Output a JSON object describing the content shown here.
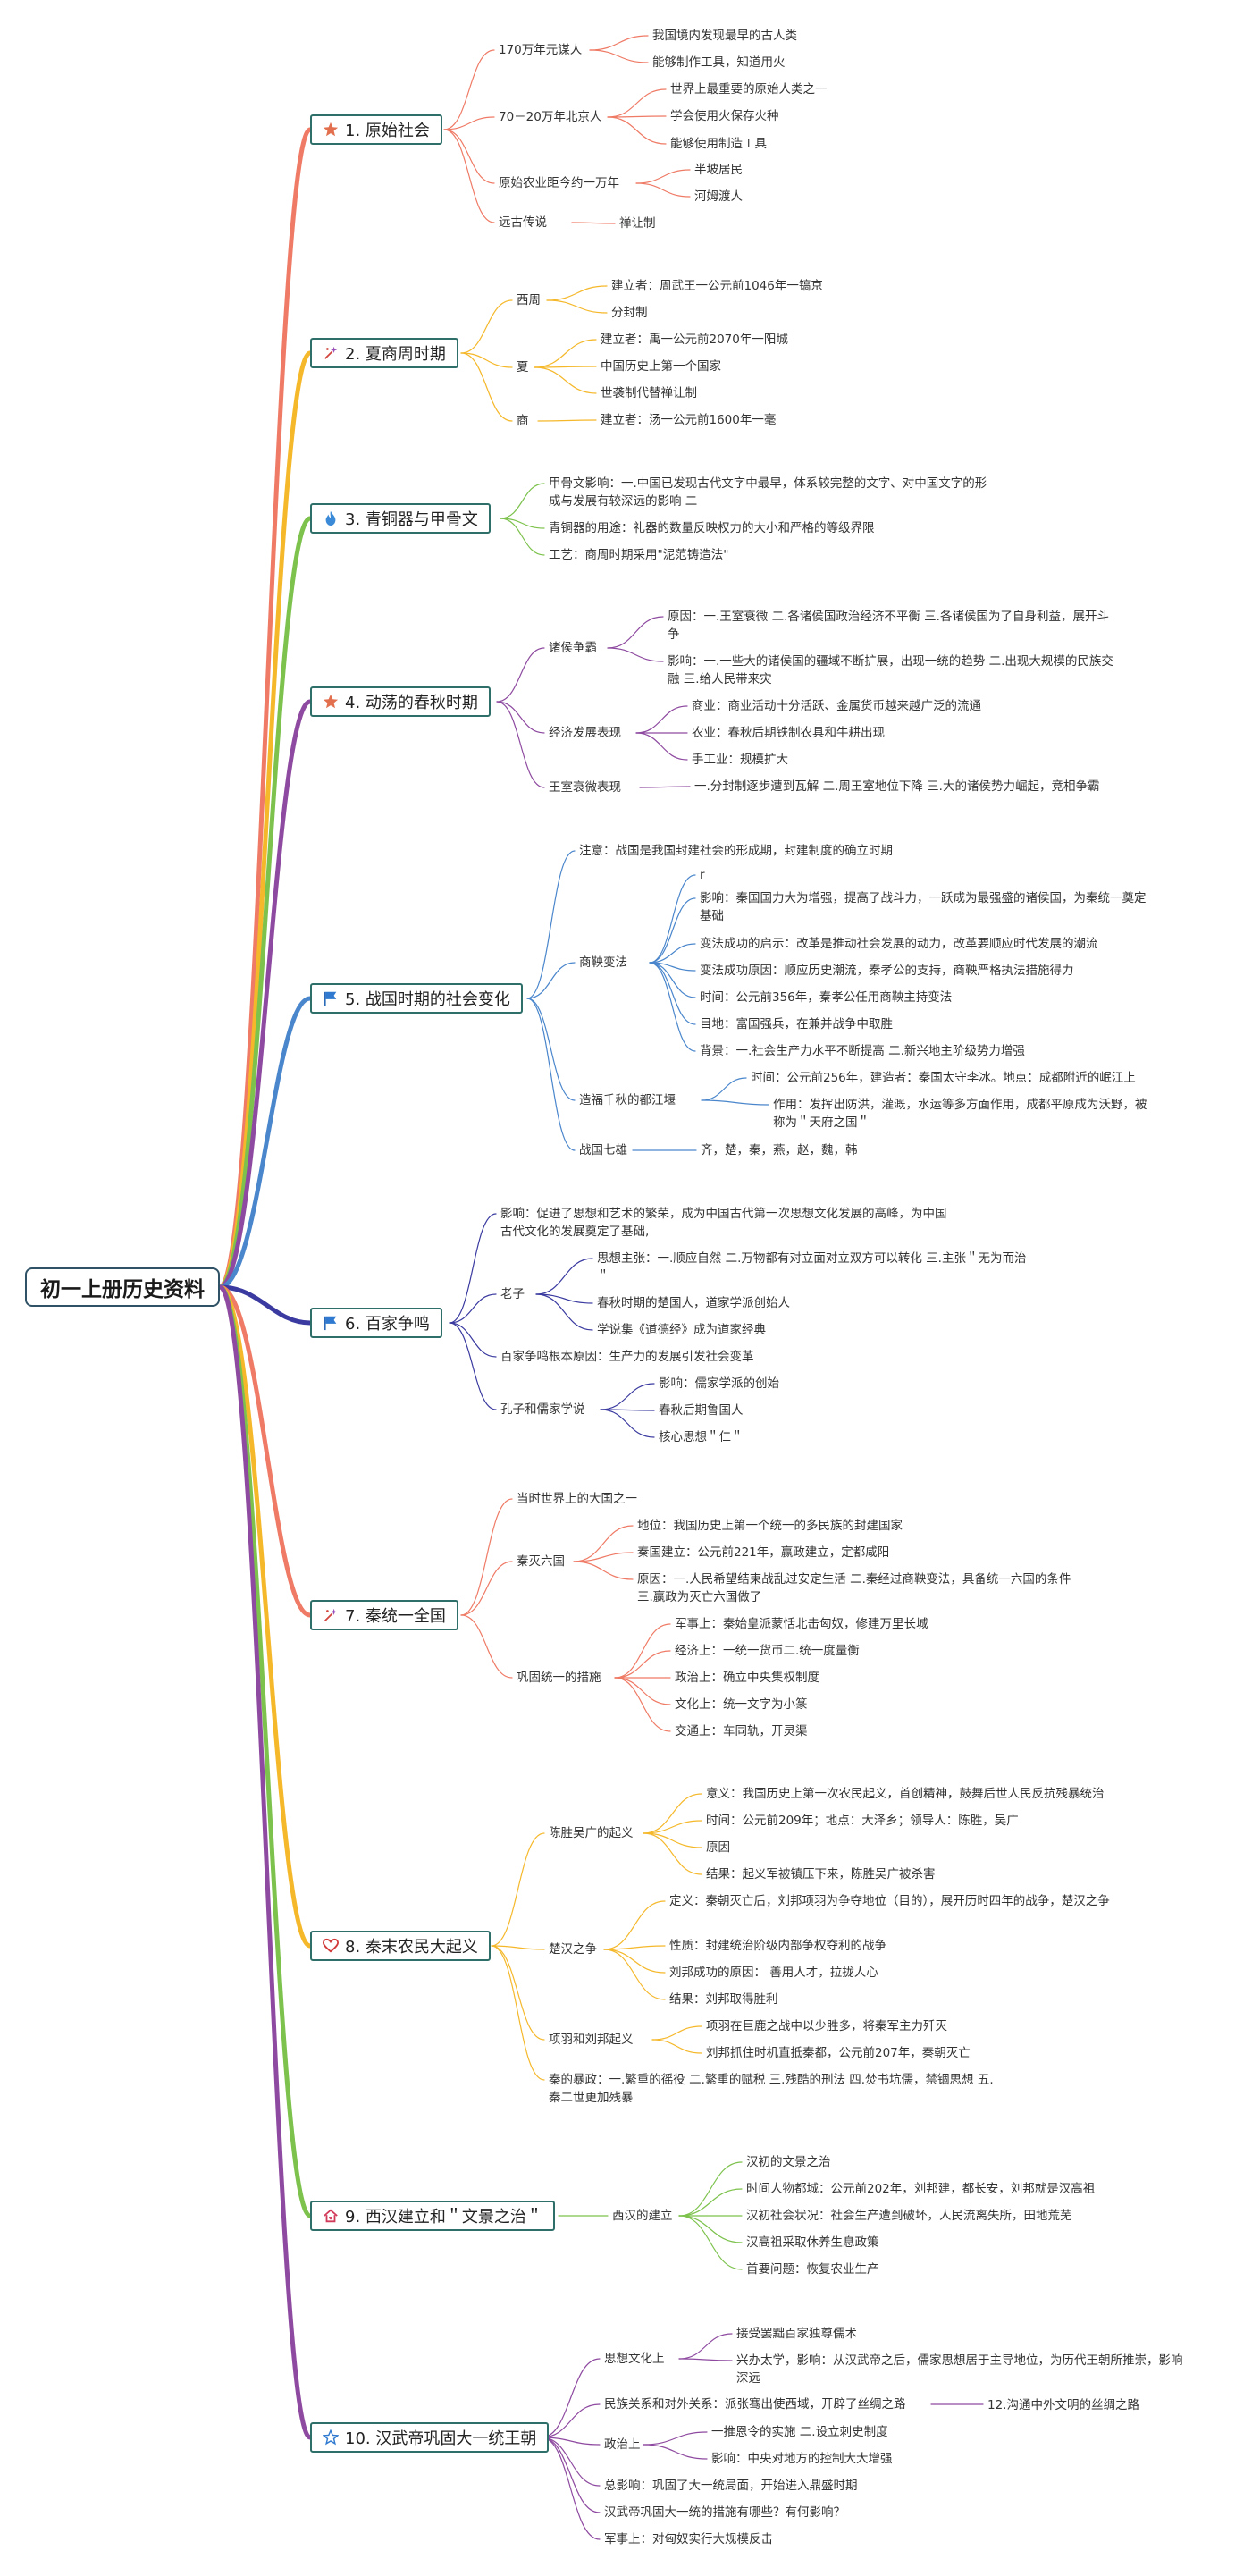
{
  "root": {
    "title": "初一上册历史资料"
  },
  "colors": {
    "b1": "#ef7a65",
    "b2": "#f5b82a",
    "b3": "#7cc24c",
    "b4": "#8e4aa0",
    "b5": "#4a86cc",
    "b6": "#3a3aa0",
    "b7": "#ef7a65",
    "b8": "#f5b82a",
    "b9": "#7cc24c",
    "b10": "#8e4aa0",
    "frame": "#2f6f6a",
    "text": "#333333"
  },
  "branches": [
    {
      "id": "b1",
      "icon": "star-icon",
      "label": "1. 原始社会"
    },
    {
      "id": "b2",
      "icon": "sparkle-icon",
      "label": "2. 夏商周时期"
    },
    {
      "id": "b3",
      "icon": "flame-icon",
      "label": "3. 青铜器与甲骨文"
    },
    {
      "id": "b4",
      "icon": "star-icon",
      "label": "4. 动荡的春秋时期"
    },
    {
      "id": "b5",
      "icon": "flag-icon",
      "label": "5. 战国时期的社会变化"
    },
    {
      "id": "b6",
      "icon": "flag-icon",
      "label": "6. 百家争鸣"
    },
    {
      "id": "b7",
      "icon": "sparkle-icon",
      "label": "7. 秦统一全国"
    },
    {
      "id": "b8",
      "icon": "heart-icon",
      "label": "8. 秦末农民大起义"
    },
    {
      "id": "b9",
      "icon": "home-icon",
      "label": "9. 西汉建立和＂文景之治＂"
    },
    {
      "id": "b10",
      "icon": "star-outline-icon",
      "label": "10. 汉武帝巩固大一统王朝"
    }
  ],
  "subs": {
    "yuanmou": "170万年元谋人",
    "beijing": "70－20万年北京人",
    "agri": "原始农业距今约一万年",
    "legend": "远古传说",
    "xizhou": "西周",
    "xia": "夏",
    "shang": "商",
    "zhuhou": "诸侯争霸",
    "jingji": "经济发展表现",
    "wangshi": "王室衰微表现",
    "shangyang": "商鞅变法",
    "dujiang": "造福千秋的都江堰",
    "qixiong": "战国七雄",
    "laozi": "老子",
    "kongzi": "孔子和儒家学说",
    "liuguo": "秦灭六国",
    "gonggu": "巩固统一的措施",
    "chensheng": "陈胜吴广的起义",
    "chuhan": "楚汉之争",
    "xiangyu": "项羽和刘邦起义",
    "xihan": "西汉的建立",
    "sixiang": "思想文化上",
    "minzu": "民族关系和对外关系：派张骞出使西域，开辟了丝绸之路",
    "zhengzhi": "政治上"
  },
  "leaves": {
    "b1_1": "我国境内发现最早的古人类",
    "b1_2": "能够制作工具，知道用火",
    "b1_3": "世界上最重要的原始人类之一",
    "b1_4": "学会使用火保存火种",
    "b1_5": "能够使用制造工具",
    "b1_6": "半坡居民",
    "b1_7": "河姆渡人",
    "b1_8": "禅让制",
    "b2_1": "建立者：周武王一公元前1046年一镐京",
    "b2_2": "分封制",
    "b2_3": "建立者：禹一公元前2070年一阳城",
    "b2_4": "中国历史上第一个国家",
    "b2_5": "世袭制代替禅让制",
    "b2_6": "建立者：汤一公元前1600年一毫",
    "b3_1": "甲骨文影响：一.中国已发现古代文字中最早，体系较完整的文字、对中国文字的形成与发展有较深远的影响 二",
    "b3_2": "青铜器的用途：礼器的数量反映权力的大小和严格的等级界限",
    "b3_3": "工艺：商周时期采用\"泥范铸造法\"",
    "b4_1": "原因：一.王室衰微 二.各诸侯国政治经济不平衡 三.各诸侯国为了自身利益，展开斗争",
    "b4_2": "影响：一.一些大的诸侯国的疆域不断扩展，出现一统的趋势 二.出现大规模的民族交融 三.给人民带来灾",
    "b4_3": "商业：商业活动十分活跃、金属货币越来越广泛的流通",
    "b4_4": "农业：春秋后期铁制农具和牛耕出现",
    "b4_5": "手工业：规模扩大",
    "b4_6": "一.分封制逐步遭到瓦解 二.周王室地位下降 三.大的诸侯势力崛起，竞相争霸",
    "b5_1": "注意：战国是我国封建社会的形成期，封建制度的确立时期",
    "b5_2": "r",
    "b5_3": "影响：秦国国力大为增强，提高了战斗力，一跃成为最强盛的诸侯国，为秦统一奠定基础",
    "b5_4": "变法成功的启示：改革是推动社会发展的动力，改革要顺应时代发展的潮流",
    "b5_5": "变法成功原因：顺应历史潮流，秦孝公的支持，商鞅严格执法措施得力",
    "b5_6": "时间：公元前356年，秦孝公任用商鞅主持变法",
    "b5_7": "目地：富国强兵，在兼并战争中取胜",
    "b5_8": "背景：一.社会生产力水平不断提高 二.新兴地主阶级势力增强",
    "b5_9": "时间：公元前256年，建造者：秦国太守李冰。地点：成都附近的岷江上",
    "b5_10": "作用：发挥出防洪，灌溉，水运等多方面作用，成都平原成为沃野，被称为＂天府之国＂",
    "b5_11": "齐，楚，秦，燕，赵，魏，韩",
    "b6_1": "影响：促进了思想和艺术的繁荣，成为中国古代第一次思想文化发展的高峰，为中国古代文化的发展奠定了基础,",
    "b6_2": "思想主张：一.顺应自然 二.万物都有对立面对立双方可以转化 三.主张＂无为而治＂",
    "b6_3": "春秋时期的楚国人，道家学派创始人",
    "b6_4": "学说集《道德经》成为道家经典",
    "b6_5": "百家争鸣根本原因：生产力的发展引发社会变革",
    "b6_6": "影响：儒家学派的创始",
    "b6_7": "春秋后期鲁国人",
    "b6_8": "核心思想＂仁＂",
    "b7_1": "当时世界上的大国之一",
    "b7_2": "地位：我国历史上第一个统一的多民族的封建国家",
    "b7_3": "秦国建立：公元前221年，赢政建立，定都咸阳",
    "b7_4": "原因：一.人民希望结束战乱过安定生活 二.秦经过商鞅变法，具备统一六国的条件 三.嬴政为灭亡六国做了",
    "b7_5": "军事上：秦始皇派蒙恬北击匈奴，修建万里长城",
    "b7_6": "经济上：一统一货币二.统一度量衡",
    "b7_7": "政治上：确立中央集权制度",
    "b7_8": "文化上：统一文字为小篆",
    "b7_9": "交通上：车同轨，开灵渠",
    "b8_1": "意义：我国历史上第一次农民起义，首创精神，鼓舞后世人民反抗残暴统治",
    "b8_2": "时间：公元前209年；地点：大泽乡；领导人：陈胜，吴广",
    "b8_3": "原因",
    "b8_4": "结果：起义军被镇压下来，陈胜吴广被杀害",
    "b8_5": "定义：秦朝灭亡后，刘邦项羽为争夺地位（目的），展开历时四年的战争，楚汉之争",
    "b8_6": "性质：封建统治阶级内部争权夺利的战争",
    "b8_7": "刘邦成功的原因：  善用人才，拉拢人心",
    "b8_8": "结果：刘邦取得胜利",
    "b8_9": "项羽在巨鹿之战中以少胜多，将秦军主力歼灭",
    "b8_10": "刘邦抓住时机直抵秦都，公元前207年，秦朝灭亡",
    "b8_11": "秦的暴政：一.繁重的徭役 二.繁重的赋税 三.残酷的刑法 四.焚书坑儒，禁锢思想 五.秦二世更加残暴",
    "b9_1": "汉初的文景之治",
    "b9_2": "时间人物都城：公元前202年，刘邦建，都长安，刘邦就是汉高祖",
    "b9_3": "汉初社会状况：社会生产遭到破坏，人民流离失所，田地荒芜",
    "b9_4": "汉高祖采取休养生息政策",
    "b9_5": "首要问题：恢复农业生产",
    "b10_1": "接受罢黜百家独尊儒术",
    "b10_2": "兴办太学，影响：从汉武帝之后，儒家思想居于主导地位，为历代王朝所推崇，影响深远",
    "b10_3": "12.沟通中外文明的丝绸之路",
    "b10_4": "一推恩令的实施 二.设立刺史制度",
    "b10_5": "影响：中央对地方的控制大大增强",
    "b10_6": "总影响：巩固了大一统局面，开始进入鼎盛时期",
    "b10_7": "汉武帝巩固大一统的措施有哪些？有何影响？",
    "b10_8": "军事上：对匈奴实行大规模反击"
  }
}
